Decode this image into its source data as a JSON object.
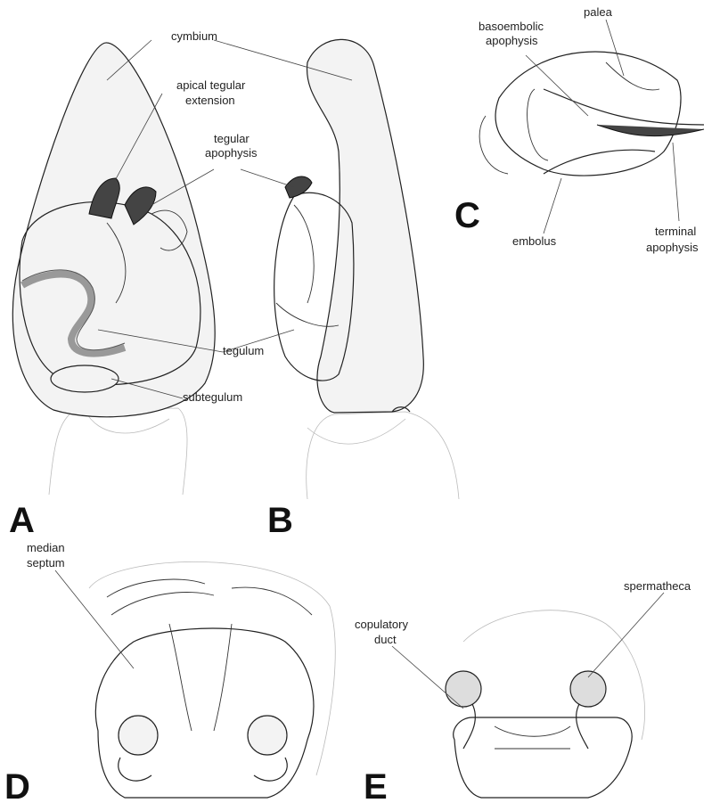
{
  "panels": {
    "A": "A",
    "B": "B",
    "C": "C",
    "D": "D",
    "E": "E"
  },
  "labels": {
    "cymbium": "cymbium",
    "apical_tegular_extension_1": "apical tegular",
    "apical_tegular_extension_2": "extension",
    "tegular_apophysis_1": "tegular",
    "tegular_apophysis_2": "apophysis",
    "tegulum": "tegulum",
    "subtegulum": "subtegulum",
    "basoembolic_apophysis_1": "basoembolic",
    "basoembolic_apophysis_2": "apophysis",
    "palea": "palea",
    "embolus": "embolus",
    "terminal_apophysis_1": "terminal",
    "terminal_apophysis_2": "apophysis",
    "median_septum_1": "median",
    "median_septum_2": "septum",
    "copulatory_duct_1": "copulatory",
    "copulatory_duct_2": "duct",
    "spermatheca": "spermatheca"
  }
}
